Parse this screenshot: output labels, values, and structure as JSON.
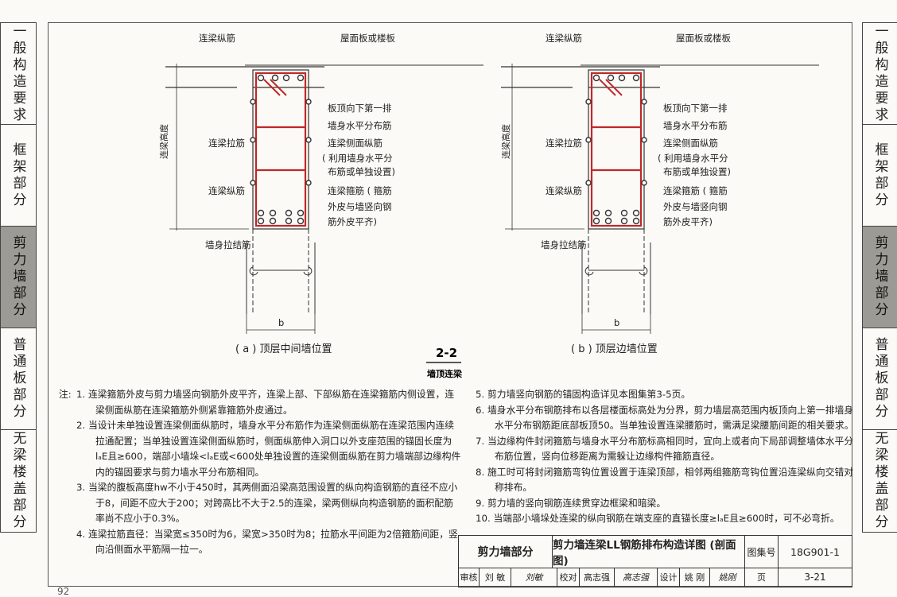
{
  "sidebar_left": [
    "一般构造要求",
    "框架部分",
    "剪力墙部分",
    "普通板部分",
    "无梁楼盖部分"
  ],
  "sidebar_right": [
    "一般构造要求",
    "框架部分",
    "剪力墙部分",
    "普通板部分",
    "无梁楼盖部分"
  ],
  "active_tab": "剪力墙部分",
  "drawing_a": {
    "label_top_long": "连梁纵筋",
    "label_roof": "屋面板或楼板",
    "label_first_bar": "板顶向下第一排",
    "label_first_bar2": "墙身水平分布筋",
    "label_side_long": "连梁侧面纵筋",
    "label_side_note1": "( 利用墙身水平分",
    "label_side_note2": "布筋或单独设置)",
    "label_tie": "连梁拉筋",
    "label_bottom_long": "连梁纵筋",
    "label_stirrup1": "连梁箍筋 ( 箍筋",
    "label_stirrup2": "外皮与墙竖向钢",
    "label_stirrup3": "筋外皮平齐)",
    "label_wall_tie": "墙身拉结筋",
    "label_height": "连梁高度",
    "label_b": "b",
    "caption": "( a ) 顶层中间墙位置"
  },
  "drawing_b": {
    "label_top_long": "连梁纵筋",
    "label_roof": "屋面板或楼板",
    "label_first_bar": "板顶向下第一排",
    "label_first_bar2": "墙身水平分布筋",
    "label_side_long": "连梁侧面纵筋",
    "label_side_note1": "( 利用墙身水平分",
    "label_side_note2": "布筋或单独设置)",
    "label_tie": "连梁拉筋",
    "label_bottom_long": "连梁纵筋",
    "label_stirrup1": "连梁箍筋 ( 箍筋",
    "label_stirrup2": "外皮与墙竖向钢",
    "label_stirrup3": "筋外皮平齐)",
    "label_wall_tie": "墙身拉结筋",
    "label_height": "连梁高度",
    "label_b": "b",
    "caption": "( b ) 顶层边墙位置"
  },
  "section_title": "2-2",
  "section_subtitle": "墙顶连梁",
  "notes_head": "注:",
  "notes_left": [
    "1. 连梁箍筋外皮与剪力墙竖向钢筋外皮平齐，连梁上部、下部纵筋在连梁箍筋内侧设置，连梁侧面纵筋在连梁箍筋外侧紧靠箍筋外皮通过。",
    "2. 当设计未单独设置连梁侧面纵筋时，墙身水平分布筋作为连梁侧面纵筋在连梁范围内连续拉通配置；当单独设置连梁侧面纵筋时，侧面纵筋伸入洞口以外支座范围的锚固长度为lₐE且≥600，端部小墙垛<lₐE或<600处单独设置的连梁侧面纵筋在剪力墙端部边缘构件内的锚固要求与剪力墙水平分布筋相同。",
    "3. 当梁的腹板高度hw不小于450时，其两侧面沿梁高范围设置的纵向构造钢筋的直径不应小于8，间距不应大于200；对跨高比不大于2.5的连梁，梁两侧纵向构造钢筋的面积配筋率尚不应小于0.3%。",
    "4. 连梁拉筋直径：当梁宽≤350时为6，梁宽>350时为8；拉筋水平间距为2倍箍筋间距，竖向沿侧面水平筋隔一拉一。"
  ],
  "notes_right": [
    "5. 剪力墙竖向钢筋的锚固构造详见本图集第3-5页。",
    "6. 墙身水平分布钢筋排布以各层楼面标高处为分界，剪力墙层高范围内板顶向上第一排墙身水平分布钢筋距底部板顶50。当单独设置连梁腰筋时，需满足梁腰筋间距的相关要求。",
    "7. 当边缘构件封闭箍筋与墙身水平分布筋标高相同时，宜向上或者向下局部调整墙体水平分布筋位置，竖向位移距离为需躲让边缘构件箍筋直径。",
    "8. 施工时可将封闭箍筋弯钩位置设置于连梁顶部，相邻两组箍筋弯钩位置沿连梁纵向交错对称排布。",
    "9. 剪力墙的竖向钢筋连续贯穿边框梁和暗梁。",
    "10. 当端部小墙垛处连梁的纵向钢筋在端支座的直锚长度≥lₐE且≥600时，可不必弯折。"
  ],
  "title_block": {
    "part": "剪力墙部分",
    "title": "剪力墙连梁LL钢筋排布构造详图 (剖面图)",
    "atlas_label": "图集号",
    "atlas_no": "18G901-1",
    "review_label": "审核",
    "reviewer": "刘 敏",
    "reviewer_sig": "刘敏",
    "check_label": "校对",
    "checker": "高志强",
    "checker_sig": "高志强",
    "design_label": "设计",
    "designer": "姚 刚",
    "designer_sig": "姚刚",
    "page_label": "页",
    "page_no": "3-21"
  },
  "page_number": "92"
}
